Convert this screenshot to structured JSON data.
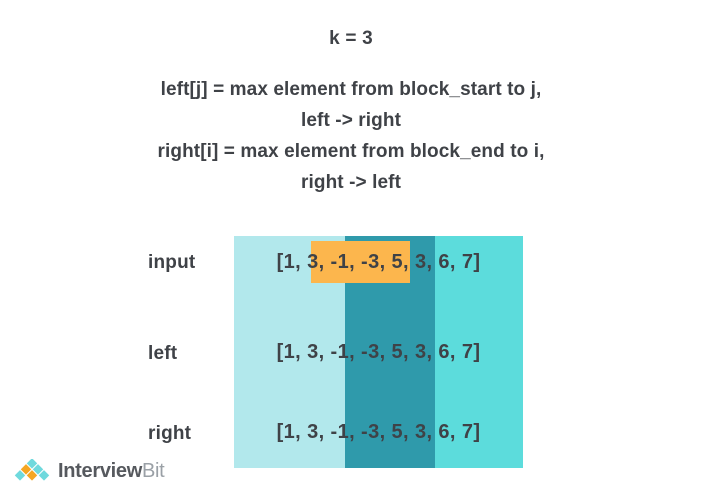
{
  "heading": {
    "k_line": "k = 3",
    "formula_lines": [
      "left[j] = max element from block_start to j,",
      "left -> right",
      "right[i] = max element from block_end to i,",
      "right -> left"
    ]
  },
  "diagram": {
    "rows": [
      {
        "label": "input",
        "array_text": "[1, 3, -1, -3, 5, 3, 6, 7]"
      },
      {
        "label": "left",
        "array_text": "[1, 3, -1, -3, 5, 3, 6, 7]"
      },
      {
        "label": "right",
        "array_text": "[1, 3, -1, -3, 5, 3, 6, 7]"
      }
    ],
    "array_values": [
      1,
      3,
      -1,
      -3,
      5,
      3,
      6,
      7
    ],
    "window_size": 3,
    "highlight_text": "-1, -3, 5,",
    "colors": {
      "band_left": "#b2e8ec",
      "band_middle": "#2f9aab",
      "band_right": "#5cdcdc",
      "highlight": "#fcb64d",
      "text": "#3f4247"
    }
  },
  "logo": {
    "icon": "interviewbit-diamonds-icon",
    "text_primary": "Interview",
    "text_secondary": "Bit",
    "colors": {
      "diamond_teal": "#6fd9dd",
      "diamond_orange": "#f5a623",
      "text_primary": "#56595e",
      "text_secondary": "#9aa0a6"
    }
  }
}
